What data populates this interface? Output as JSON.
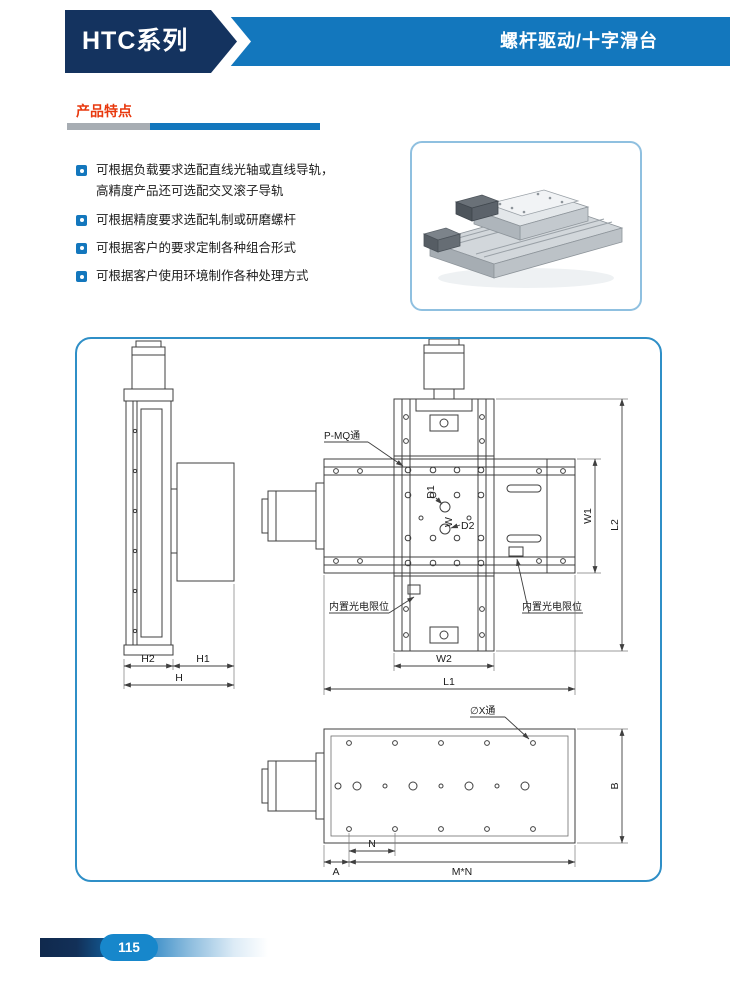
{
  "header": {
    "series_title": "HTC系列",
    "product_subtitle": "螺杆驱动/十字滑台"
  },
  "features": {
    "section_title": "产品特点",
    "items": [
      "可根据负载要求选配直线光轴或直线导轨，\n高精度产品还可选配交叉滚子导轨",
      "可根据精度要求选配轧制或研磨螺杆",
      "可根据客户的要求定制各种组合形式",
      "可根据客户使用环境制作各种处理方式"
    ]
  },
  "drawing": {
    "cross_view": {
      "p_mq_hole": "P-MQ通",
      "d1": "D1",
      "w": "W",
      "d2": "D2",
      "w1": "W1",
      "l2": "L2",
      "w2": "W2",
      "l1": "L1",
      "limit_left": "内置光电限位",
      "limit_right": "内置光电限位"
    },
    "side_view": {
      "h2": "H2",
      "h1": "H1",
      "h": "H"
    },
    "bottom_view": {
      "x_hole": "∅X通",
      "b": "B",
      "a": "A",
      "n": "N",
      "m_times_n": "M*N"
    }
  },
  "footer": {
    "page_number": "115"
  },
  "colors": {
    "navy": "#14335f",
    "blue": "#1377bd",
    "accent_red": "#e8380d"
  }
}
